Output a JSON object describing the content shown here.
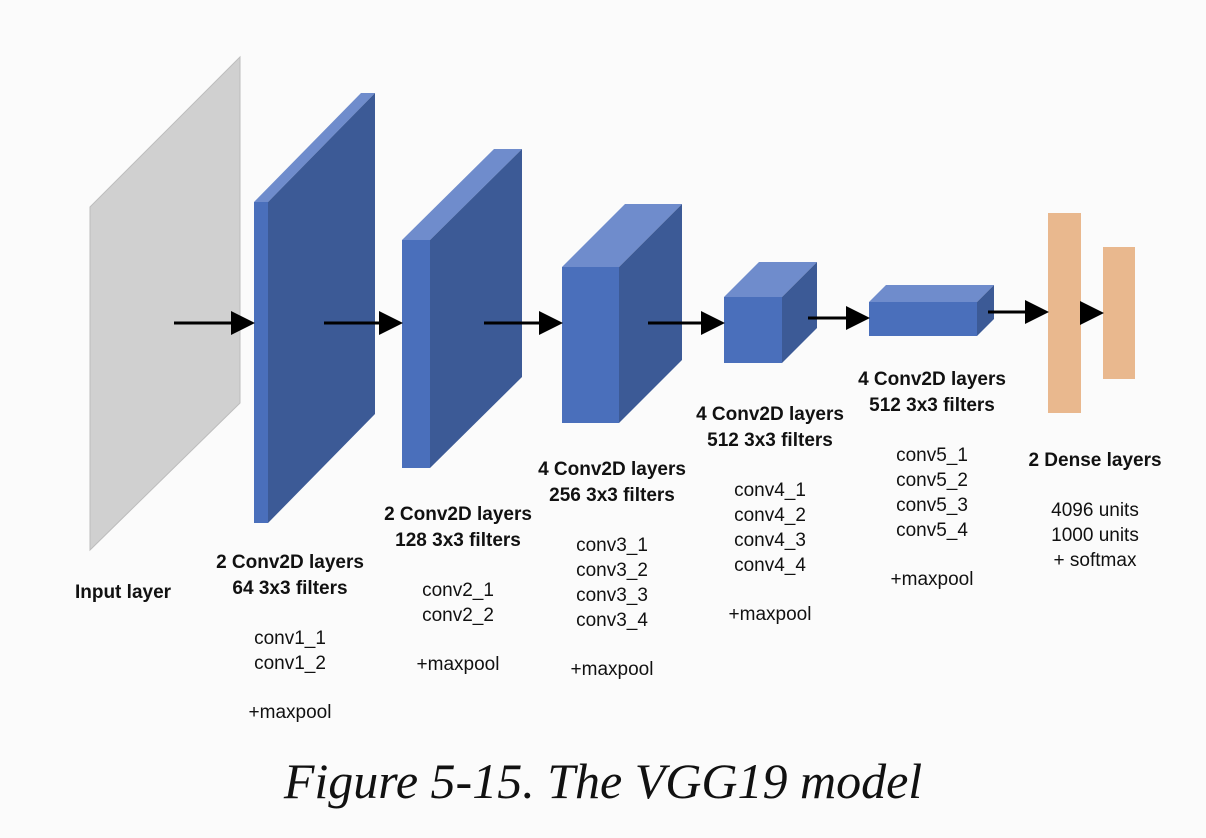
{
  "colors": {
    "input_front": "#d0d0d0",
    "conv_front": "#4a6fbb",
    "conv_top": "#6f8ccc",
    "conv_side": "#3c5a96",
    "dense": "#e9b88e",
    "arrow": "#000000"
  },
  "layers": [
    {
      "kind": "input",
      "title": "Input layer"
    },
    {
      "kind": "conv",
      "title": "2 Conv2D layers",
      "filters": "64 3x3 filters",
      "convs": [
        "conv1_1",
        "conv1_2"
      ],
      "pool": "+maxpool"
    },
    {
      "kind": "conv",
      "title": "2 Conv2D layers",
      "filters": "128 3x3 filters",
      "convs": [
        "conv2_1",
        "conv2_2"
      ],
      "pool": "+maxpool"
    },
    {
      "kind": "conv",
      "title": "4 Conv2D layers",
      "filters": "256 3x3 filters",
      "convs": [
        "conv3_1",
        "conv3_2",
        "conv3_3",
        "conv3_4"
      ],
      "pool": "+maxpool"
    },
    {
      "kind": "conv",
      "title": "4 Conv2D layers",
      "filters": "512 3x3 filters",
      "convs": [
        "conv4_1",
        "conv4_2",
        "conv4_3",
        "conv4_4"
      ],
      "pool": "+maxpool"
    },
    {
      "kind": "conv",
      "title": "4 Conv2D layers",
      "filters": "512 3x3 filters",
      "convs": [
        "conv5_1",
        "conv5_2",
        "conv5_3",
        "conv5_4"
      ],
      "pool": "+maxpool"
    },
    {
      "kind": "dense",
      "title": "2 Dense layers",
      "units": [
        "4096 units",
        "1000 units",
        "+ softmax"
      ]
    }
  ],
  "caption": "Figure 5-15. The VGG19 model"
}
